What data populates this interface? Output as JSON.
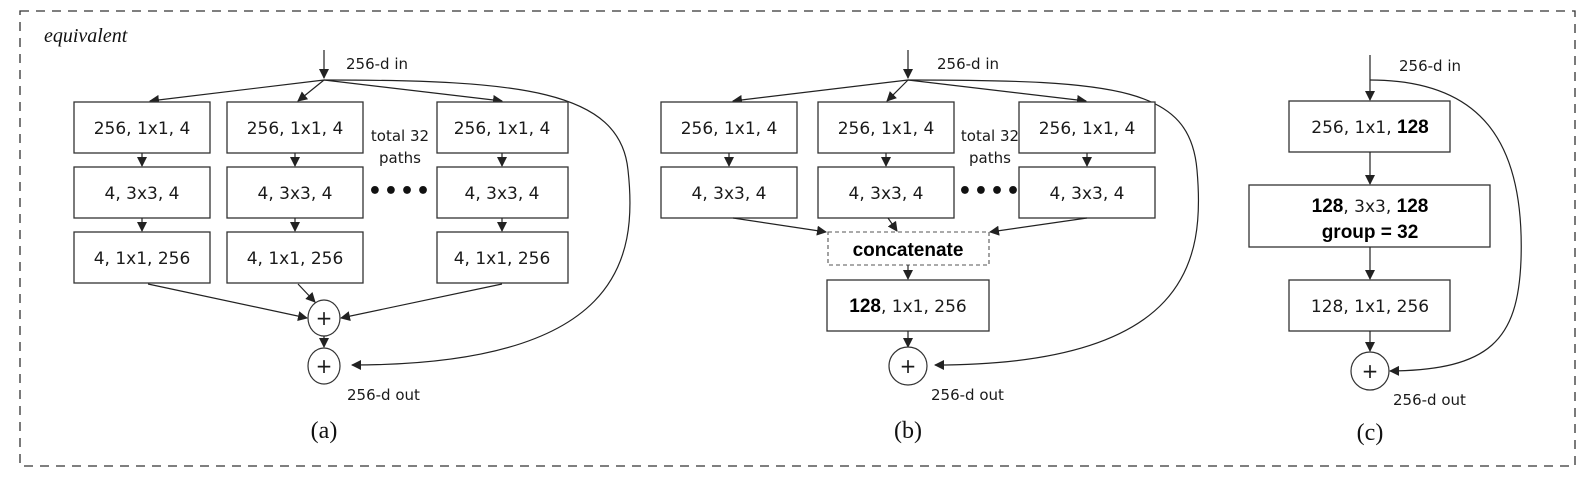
{
  "frame": {
    "label": "equivalent"
  },
  "panels": {
    "a": {
      "caption": "(a)",
      "input_label": "256-d in",
      "output_label": "256-d out",
      "paths_note": [
        "total 32",
        "paths"
      ],
      "ellipsis": "••••",
      "columns": [
        [
          "256, 1x1, 4",
          "4, 3x3, 4",
          "4, 1x1, 256"
        ],
        [
          "256, 1x1, 4",
          "4, 3x3, 4",
          "4, 1x1, 256"
        ],
        [
          "256, 1x1, 4",
          "4, 3x3, 4",
          "4, 1x1, 256"
        ]
      ],
      "sum_symbol": "+",
      "residual_symbol": "+"
    },
    "b": {
      "caption": "(b)",
      "input_label": "256-d in",
      "output_label": "256-d out",
      "paths_note": [
        "total 32",
        "paths"
      ],
      "ellipsis": "••••",
      "columns": [
        [
          "256, 1x1, 4",
          "4, 3x3, 4"
        ],
        [
          "256, 1x1, 4",
          "4, 3x3, 4"
        ],
        [
          "256, 1x1, 4",
          "4, 3x3, 4"
        ]
      ],
      "concat_label": "concatenate",
      "final_layer": {
        "bold": "128",
        "rest": ", 1x1, 256"
      },
      "residual_symbol": "+"
    },
    "c": {
      "caption": "(c)",
      "input_label": "256-d in",
      "output_label": "256-d out",
      "layer1": {
        "rest": "256, 1x1, ",
        "bold": "128"
      },
      "layer2": {
        "bold1": "128",
        "mid": ", 3x3, ",
        "bold2": "128",
        "line2": "group = 32"
      },
      "layer3": "128, 1x1, 256",
      "residual_symbol": "+"
    }
  }
}
